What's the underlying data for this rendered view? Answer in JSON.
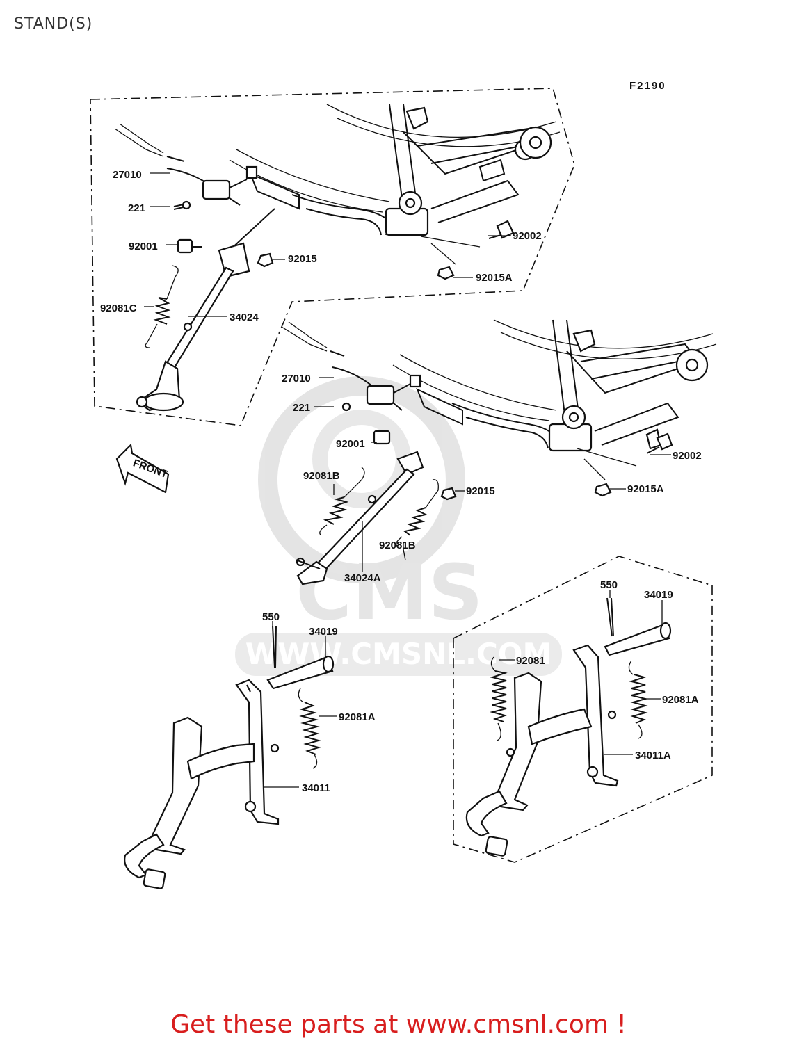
{
  "title": "STAND(S)",
  "figure_code": "F2190",
  "front_label": "FRONT",
  "watermark": {
    "brand": "CMS",
    "url": "WWW.CMSNL.COM"
  },
  "callouts": [
    {
      "id": "c1",
      "text": "27010"
    },
    {
      "id": "c2",
      "text": "221"
    },
    {
      "id": "c3",
      "text": "92001"
    },
    {
      "id": "c4",
      "text": "92015"
    },
    {
      "id": "c5",
      "text": "92081C"
    },
    {
      "id": "c6",
      "text": "34024"
    },
    {
      "id": "c7",
      "text": "92002"
    },
    {
      "id": "c8",
      "text": "92015A"
    },
    {
      "id": "c9",
      "text": "27010"
    },
    {
      "id": "c10",
      "text": "221"
    },
    {
      "id": "c11",
      "text": "92001"
    },
    {
      "id": "c12",
      "text": "92081B"
    },
    {
      "id": "c13",
      "text": "92015"
    },
    {
      "id": "c14",
      "text": "92081B"
    },
    {
      "id": "c15",
      "text": "34024A"
    },
    {
      "id": "c16",
      "text": "92002"
    },
    {
      "id": "c17",
      "text": "92015A"
    },
    {
      "id": "c18",
      "text": "550"
    },
    {
      "id": "c19",
      "text": "34019"
    },
    {
      "id": "c20",
      "text": "92081A"
    },
    {
      "id": "c21",
      "text": "34011"
    },
    {
      "id": "c22",
      "text": "550"
    },
    {
      "id": "c23",
      "text": "34019"
    },
    {
      "id": "c24",
      "text": "92081"
    },
    {
      "id": "c25",
      "text": "92081A"
    },
    {
      "id": "c26",
      "text": "34011A"
    }
  ],
  "footer_cta": "Get these parts at www.cmsnl.com !",
  "colors": {
    "cta": "#d81e1e",
    "line": "#111111",
    "watermark": "#dddddd"
  }
}
